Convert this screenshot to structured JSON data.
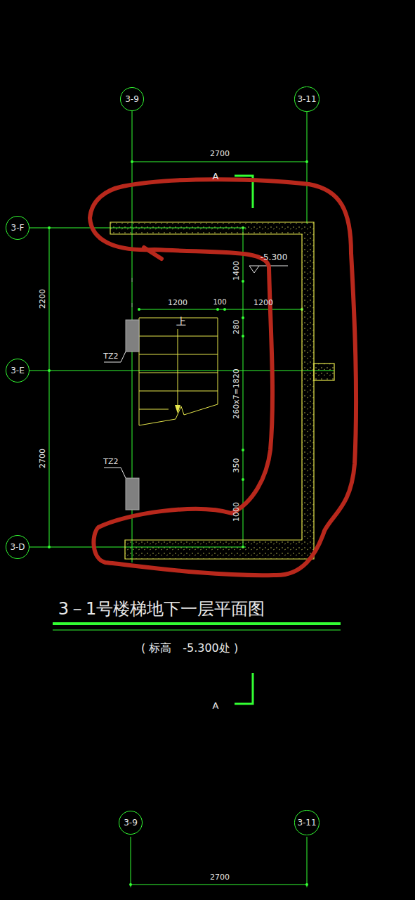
{
  "diagram": {
    "title": "3－1号楼梯地下一层平面图",
    "caption": "( 标高　-5.300处 )",
    "nodes": [
      {
        "text": [
          "3-9"
        ]
      },
      {
        "text": [
          "3-11"
        ]
      },
      {
        "text": [
          "3-F"
        ]
      },
      {
        "text": [
          "3-E"
        ]
      },
      {
        "text": [
          "3-D"
        ]
      },
      {
        "text": [
          "3-9"
        ]
      },
      {
        "text": [
          "3-11"
        ]
      }
    ],
    "labels": [
      "2700",
      "A",
      "-5.300",
      "1400",
      "1200",
      "100",
      "1200",
      "上",
      "280",
      "TZ2",
      "260x7=1820",
      "2200",
      "2700",
      "350",
      "TZ2",
      "1000",
      "A",
      "2700"
    ]
  }
}
